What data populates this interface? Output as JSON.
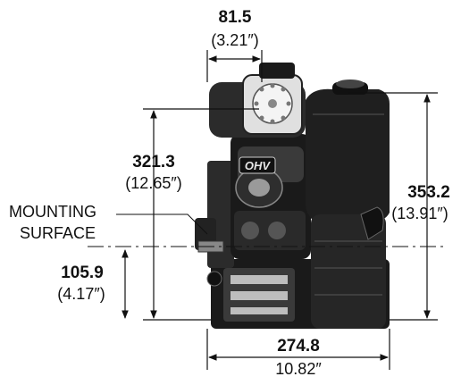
{
  "dimensions": {
    "width_top": {
      "mm": "81.5",
      "inch": "(3.21″)"
    },
    "height_to_mount": {
      "mm": "321.3",
      "inch": "(12.65″)"
    },
    "overall_height": {
      "mm": "353.2",
      "inch": "(13.91″)"
    },
    "mount_to_base": {
      "mm": "105.9",
      "inch": "(4.17″)"
    },
    "overall_width": {
      "mm": "274.8",
      "inch": "10.82″"
    }
  },
  "mounting_label": {
    "line1": "MOUNTING",
    "line2": "SURFACE"
  },
  "engine_badge": "OHV",
  "colors": {
    "line": "#111111",
    "engine_dark": "#1a1a1a",
    "engine_mid": "#3a3a3a",
    "engine_light": "#bdbdbd"
  }
}
